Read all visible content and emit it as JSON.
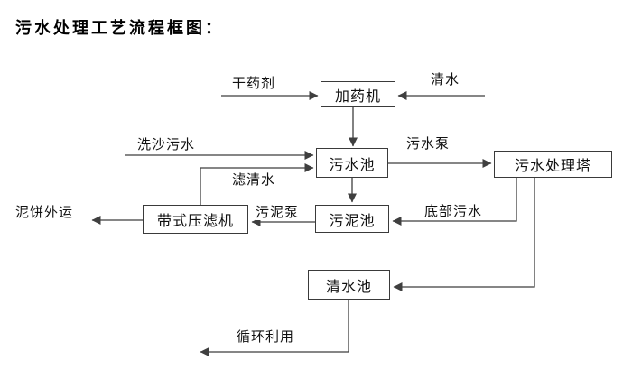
{
  "title": "污水处理工艺流程框图：",
  "diagram": {
    "nodes": {
      "dosing_machine": "加药机",
      "sewage_pool": "污水池",
      "treatment_tower": "污水处理塔",
      "sludge_pool": "污泥池",
      "belt_filter_press": "带式压滤机",
      "clean_water_pool": "清水池"
    },
    "flow_labels": {
      "dry_agent": "干药剂",
      "clean_water_in": "清水",
      "sand_washing_sewage": "洗沙污水",
      "sewage_pump": "污水泵",
      "filtered_clean_water": "滤清水",
      "sludge_pump": "污泥泵",
      "mud_cake_transport": "泥饼外运",
      "bottom_sewage": "底部污水",
      "recycling_use": "循环利用"
    },
    "colors": {
      "line_color": "#3f3f3f",
      "text_color": "#111111",
      "box_border_color": "#3a3a3a",
      "background_color": "#ffffff"
    }
  }
}
